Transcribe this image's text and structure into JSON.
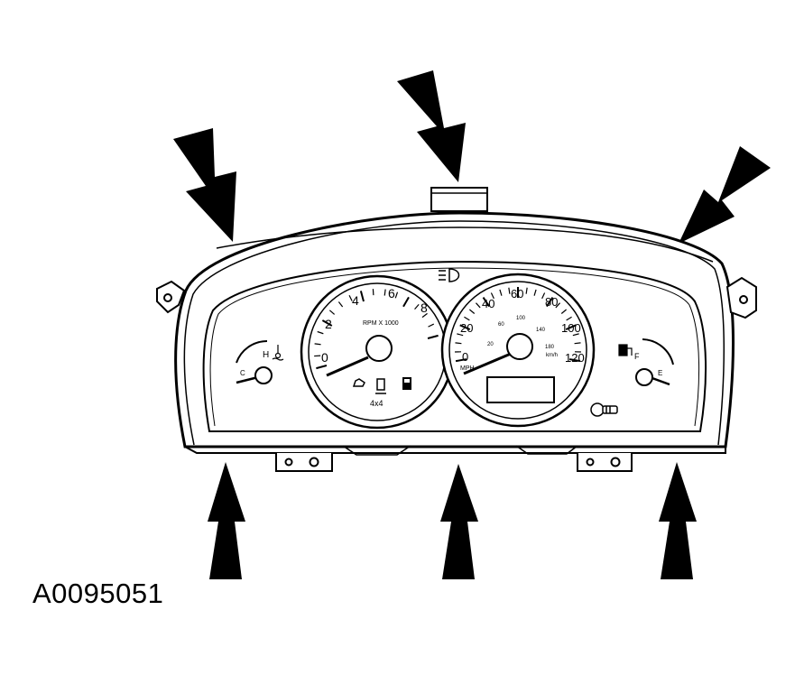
{
  "figure": {
    "reference_id": "A0095051"
  },
  "tachometer": {
    "label": "RPM X 1000",
    "ticks": [
      "0",
      "2",
      "4",
      "6",
      "8"
    ],
    "indicators": [
      "4x4"
    ]
  },
  "speedometer": {
    "label": "MPH",
    "ticks": [
      "0",
      "20",
      "40",
      "60",
      "80",
      "100",
      "120"
    ],
    "kmh_label": "km/h",
    "kmh_ticks": [
      "20",
      "60",
      "100",
      "140",
      "180"
    ]
  },
  "temp_gauge": {
    "high": "H",
    "low": "C"
  },
  "fuel_gauge": {
    "full": "F",
    "empty": "E"
  },
  "arrows": {
    "top": [
      "top-left-arrow",
      "top-center-arrow",
      "top-right-arrow"
    ],
    "bottom": [
      "bottom-left-arrow",
      "bottom-center-arrow",
      "bottom-right-arrow"
    ]
  }
}
